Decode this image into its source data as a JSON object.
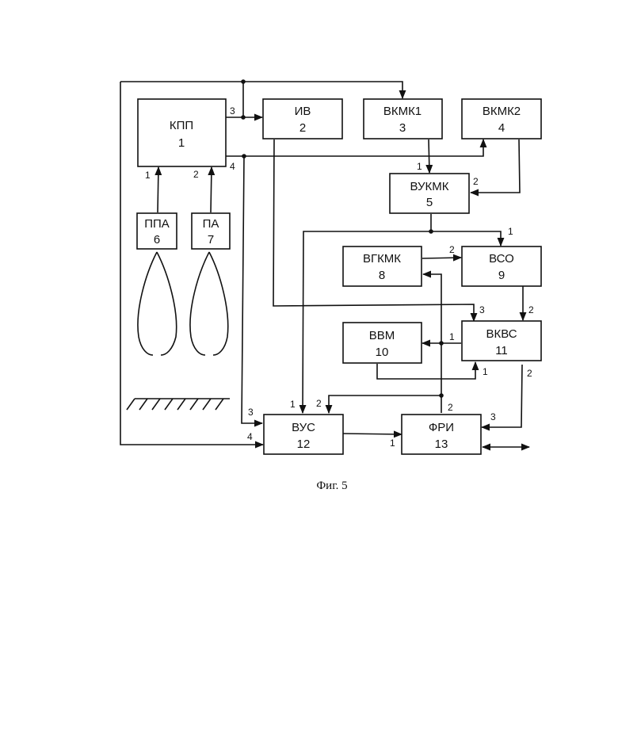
{
  "caption": "Фиг. 5",
  "blocks": {
    "kpp": {
      "name": "КПП",
      "num": "1"
    },
    "iv": {
      "name": "ИВ",
      "num": "2"
    },
    "vkmk1": {
      "name": "ВКМК1",
      "num": "3"
    },
    "vkmk2": {
      "name": "ВКМК2",
      "num": "4"
    },
    "vukmk": {
      "name": "ВУКМК",
      "num": "5"
    },
    "ppa": {
      "name": "ППА",
      "num": "6"
    },
    "pa": {
      "name": "ПА",
      "num": "7"
    },
    "vgkmk": {
      "name": "ВГКМК",
      "num": "8"
    },
    "vso": {
      "name": "ВСО",
      "num": "9"
    },
    "vvm": {
      "name": "ВВМ",
      "num": "10"
    },
    "vkvs": {
      "name": "ВКВС",
      "num": "11"
    },
    "vus": {
      "name": "ВУС",
      "num": "12"
    },
    "fri": {
      "name": "ФРИ",
      "num": "13"
    }
  },
  "pins": {
    "kpp_3": "3",
    "kpp_4": "4",
    "kpp_1": "1",
    "kpp_2": "2",
    "vukmk_1": "1",
    "vukmk_2": "2",
    "vso_1": "1",
    "vso_2": "2",
    "vkvs_3": "3",
    "vkvs_2_in": "2",
    "vkvs_1_out": "1",
    "vkvs_1_in": "1",
    "vkvs_2_out": "2",
    "vus_3": "3",
    "vus_4": "4",
    "vus_1": "1",
    "vus_2": "2",
    "fri_1": "1",
    "fri_2": "2",
    "fri_3": "3"
  }
}
